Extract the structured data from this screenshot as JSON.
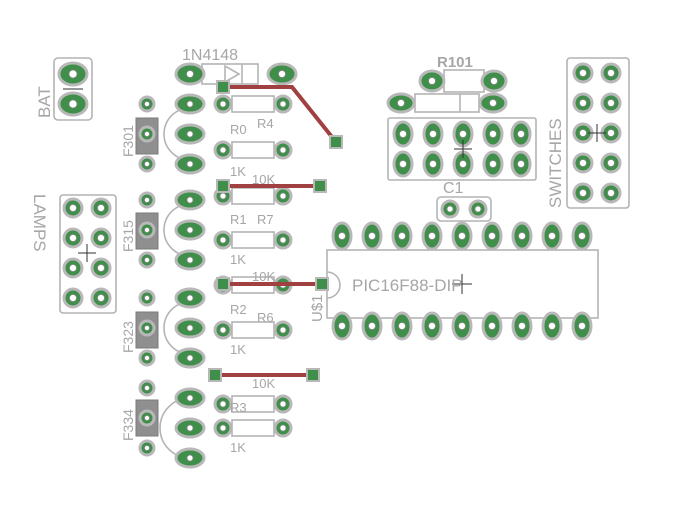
{
  "board": {
    "labels": {
      "bat": "BAT",
      "lamps": "LAMPS",
      "switches": "SWITCHES",
      "diode_1n4148": "1N4148",
      "r101": "R101",
      "c1": "C1",
      "ic_value": "PIC16F88-DIP",
      "ic_name": "U$1",
      "r0": "R0",
      "r4": "R4",
      "r1": "R1",
      "r7": "R7",
      "r2": "R2",
      "r6": "R6",
      "r3": "R3",
      "tenk_a": "10K",
      "tenk_b": "10K",
      "tenk_c": "10K",
      "onek_a": "1K",
      "onek_b": "1K",
      "onek_c": "1K",
      "onek_d": "1K",
      "q_a": "F301",
      "q_b": "F315",
      "q_c": "F323",
      "q_d": "F334"
    }
  },
  "colors": {
    "background": "#ffffff",
    "pad": "#3f8f4a",
    "pad_outline": "#b8b8b8",
    "silkscreen": "#a6a6a6",
    "trace": "#a04040"
  }
}
